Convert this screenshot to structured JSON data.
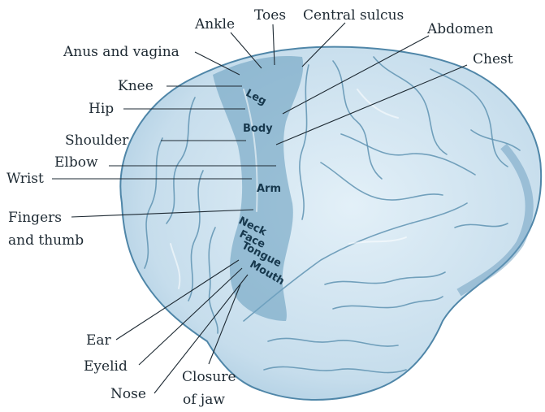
{
  "labels": {
    "ankle": "Ankle",
    "toes": "Toes",
    "central_sulcus": "Central sulcus",
    "abdomen": "Abdomen",
    "chest": "Chest",
    "anus_and_vagina": "Anus and vagina",
    "knee": "Knee",
    "hip": "Hip",
    "shoulder": "Shoulder",
    "elbow": "Elbow",
    "wrist": "Wrist",
    "fingers_line1": "Fingers",
    "fingers_line2": "and thumb",
    "ear": "Ear",
    "eyelid": "Eyelid",
    "nose": "Nose",
    "closure_line1": "Closure",
    "closure_line2": "of jaw"
  },
  "regions": {
    "leg": "Leg",
    "body": "Body",
    "arm": "Arm",
    "neck": "Neck",
    "face": "Face",
    "tongue": "Tongue",
    "mouth": "Mouth"
  },
  "colors": {
    "brain_fill": "#c9e0ee",
    "brain_edge": "#4f86a8",
    "motor_strip": "#6fa3c2",
    "text": "#1e2a33"
  }
}
